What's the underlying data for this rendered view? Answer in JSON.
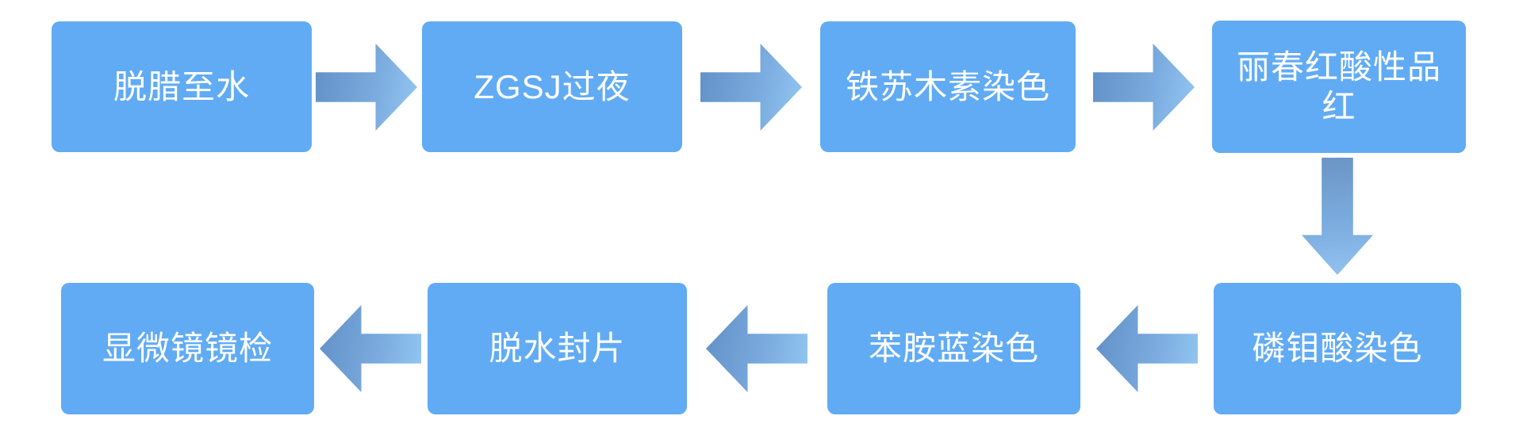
{
  "diagram": {
    "type": "flowchart",
    "title": "",
    "background_color": "#ffffff",
    "node_fill_color": "#61abf4",
    "node_text_color": "#ffffff",
    "arrow_gradient_start": "#6090c6",
    "arrow_gradient_end": "#94c7f3",
    "nodes": [
      {
        "id": "dewax-to-water",
        "label": "脱腊至水",
        "row": 1,
        "col": 1
      },
      {
        "id": "zgsj-overnight",
        "label": "ZGSJ过夜",
        "row": 1,
        "col": 2
      },
      {
        "id": "iron-hematoxylin",
        "label": "铁苏木素染色",
        "row": 1,
        "col": 3
      },
      {
        "id": "ponceau-acid-fuchsin",
        "label": "丽春红酸性品红",
        "row": 1,
        "col": 4
      },
      {
        "id": "phosphomolybdic-acid",
        "label": "磷钼酸染色",
        "row": 2,
        "col": 4
      },
      {
        "id": "aniline-blue",
        "label": "苯胺蓝染色",
        "row": 2,
        "col": 3
      },
      {
        "id": "dehydrate-mount",
        "label": "脱水封片",
        "row": 2,
        "col": 2
      },
      {
        "id": "microscope-exam",
        "label": "显微镜镜检",
        "row": 2,
        "col": 1
      }
    ],
    "edges": [
      {
        "from": "脱腊至水",
        "to": "ZGSJ过夜",
        "direction": "right"
      },
      {
        "from": "ZGSJ过夜",
        "to": "铁苏木素染色",
        "direction": "right"
      },
      {
        "from": "铁苏木素染色",
        "to": "丽春红酸性品红",
        "direction": "right"
      },
      {
        "from": "丽春红酸性品红",
        "to": "磷钼酸染色",
        "direction": "down"
      },
      {
        "from": "磷钼酸染色",
        "to": "苯胺蓝染色",
        "direction": "left"
      },
      {
        "from": "苯胺蓝染色",
        "to": "脱水封片",
        "direction": "left"
      },
      {
        "from": "脱水封片",
        "to": "显微镜镜检",
        "direction": "left"
      }
    ]
  }
}
